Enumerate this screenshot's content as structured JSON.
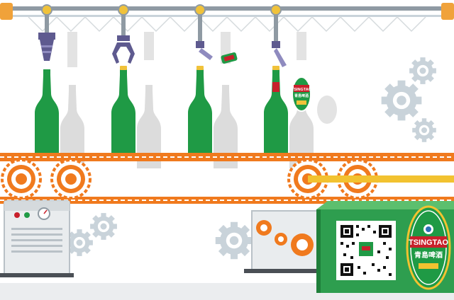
{
  "colors": {
    "bottle_green": "#1f9a45",
    "bottle_ghost": "#dcdcdc",
    "orange": "#f07a1e",
    "rail": "#8f9aa3",
    "gear_gray": "#c9d3da",
    "panel_gray": "#e9ecee",
    "package_green": "#2e9e4f",
    "label_red": "#c8202b",
    "yellow": "#f2c230"
  },
  "label": {
    "brand": "TSINGTAO",
    "brand_cn": "青島啤酒"
  },
  "package": {
    "brand": "TSINGTAO",
    "brand_cn": "青島啤酒",
    "qr_code_icon": "qr-code-icon"
  }
}
